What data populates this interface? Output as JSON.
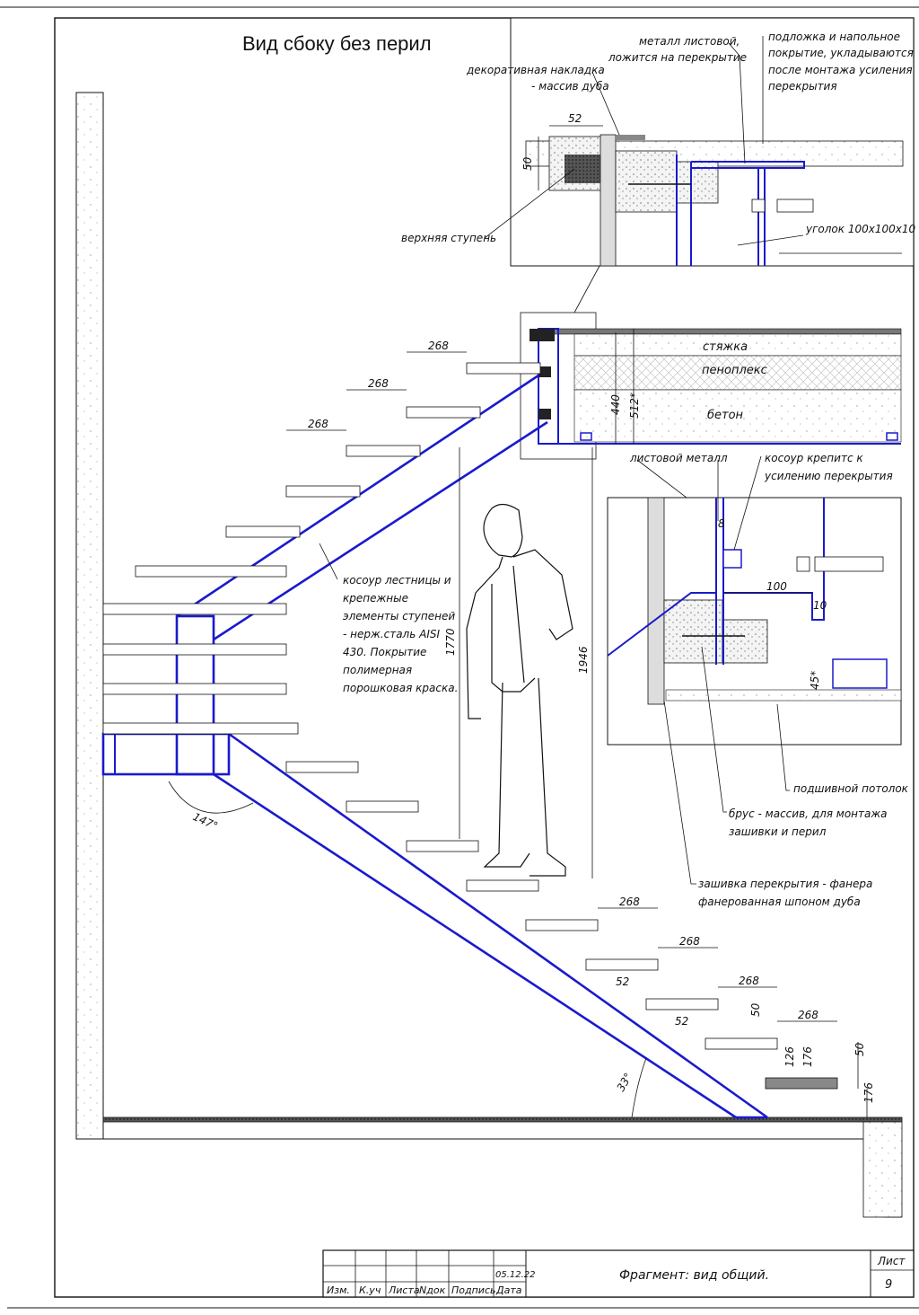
{
  "title": "Вид сбоку без перил",
  "labels": {
    "decor": [
      "декоративная накладка",
      "- массив дуба"
    ],
    "metal_sheet_top": [
      "металл листовой,",
      "ложится на перекрытие"
    ],
    "floor_cover": [
      "подложка и напольное",
      "покрытие, укладываются",
      "после монтажа усиления",
      "перекрытия"
    ],
    "upper_step": "верхняя ступень",
    "angle_profile": "уголок 100х100х10",
    "screed": "стяжка",
    "foam": "пеноплекс",
    "concrete": "бетон",
    "sheet_metal": "листовой металл",
    "stringer_fix": [
      "косоур крепитс к",
      "усилению перекрытия"
    ],
    "stringer": [
      "косоур лестницы и",
      "крепежные",
      "элементы ступеней",
      "- нерж.сталь AISI",
      "430. Покрытие",
      "полимерная",
      "порошковая краска."
    ],
    "ceiling": "подшивной потолок",
    "beam": [
      "брус - массив, для монтажа",
      "зашивки и перил"
    ],
    "cladding": [
      "зашивка перекрытия - фанера",
      "фанерованная шпоном дуба"
    ]
  },
  "dims": {
    "d52": "52",
    "d50": "50",
    "d268": "268",
    "d440": "440",
    "d512": "512*",
    "d8": "8",
    "d100": "100",
    "d10": "10",
    "d45": "45*",
    "d1770": "1770",
    "d1946": "1946",
    "a147": "147°",
    "a33": "33°",
    "d126": "126",
    "d176": "176"
  },
  "stamp": {
    "headers": [
      "Изм.",
      "К.уч",
      "Листа",
      "Nдок",
      "Подпись",
      "Дата"
    ],
    "date": "05.12.22",
    "caption": "Фрагмент: вид общий.",
    "sheet_label": "Лист",
    "sheet_number": "9"
  },
  "colors": {
    "steel": "#1a1acc",
    "line": "#111111"
  }
}
